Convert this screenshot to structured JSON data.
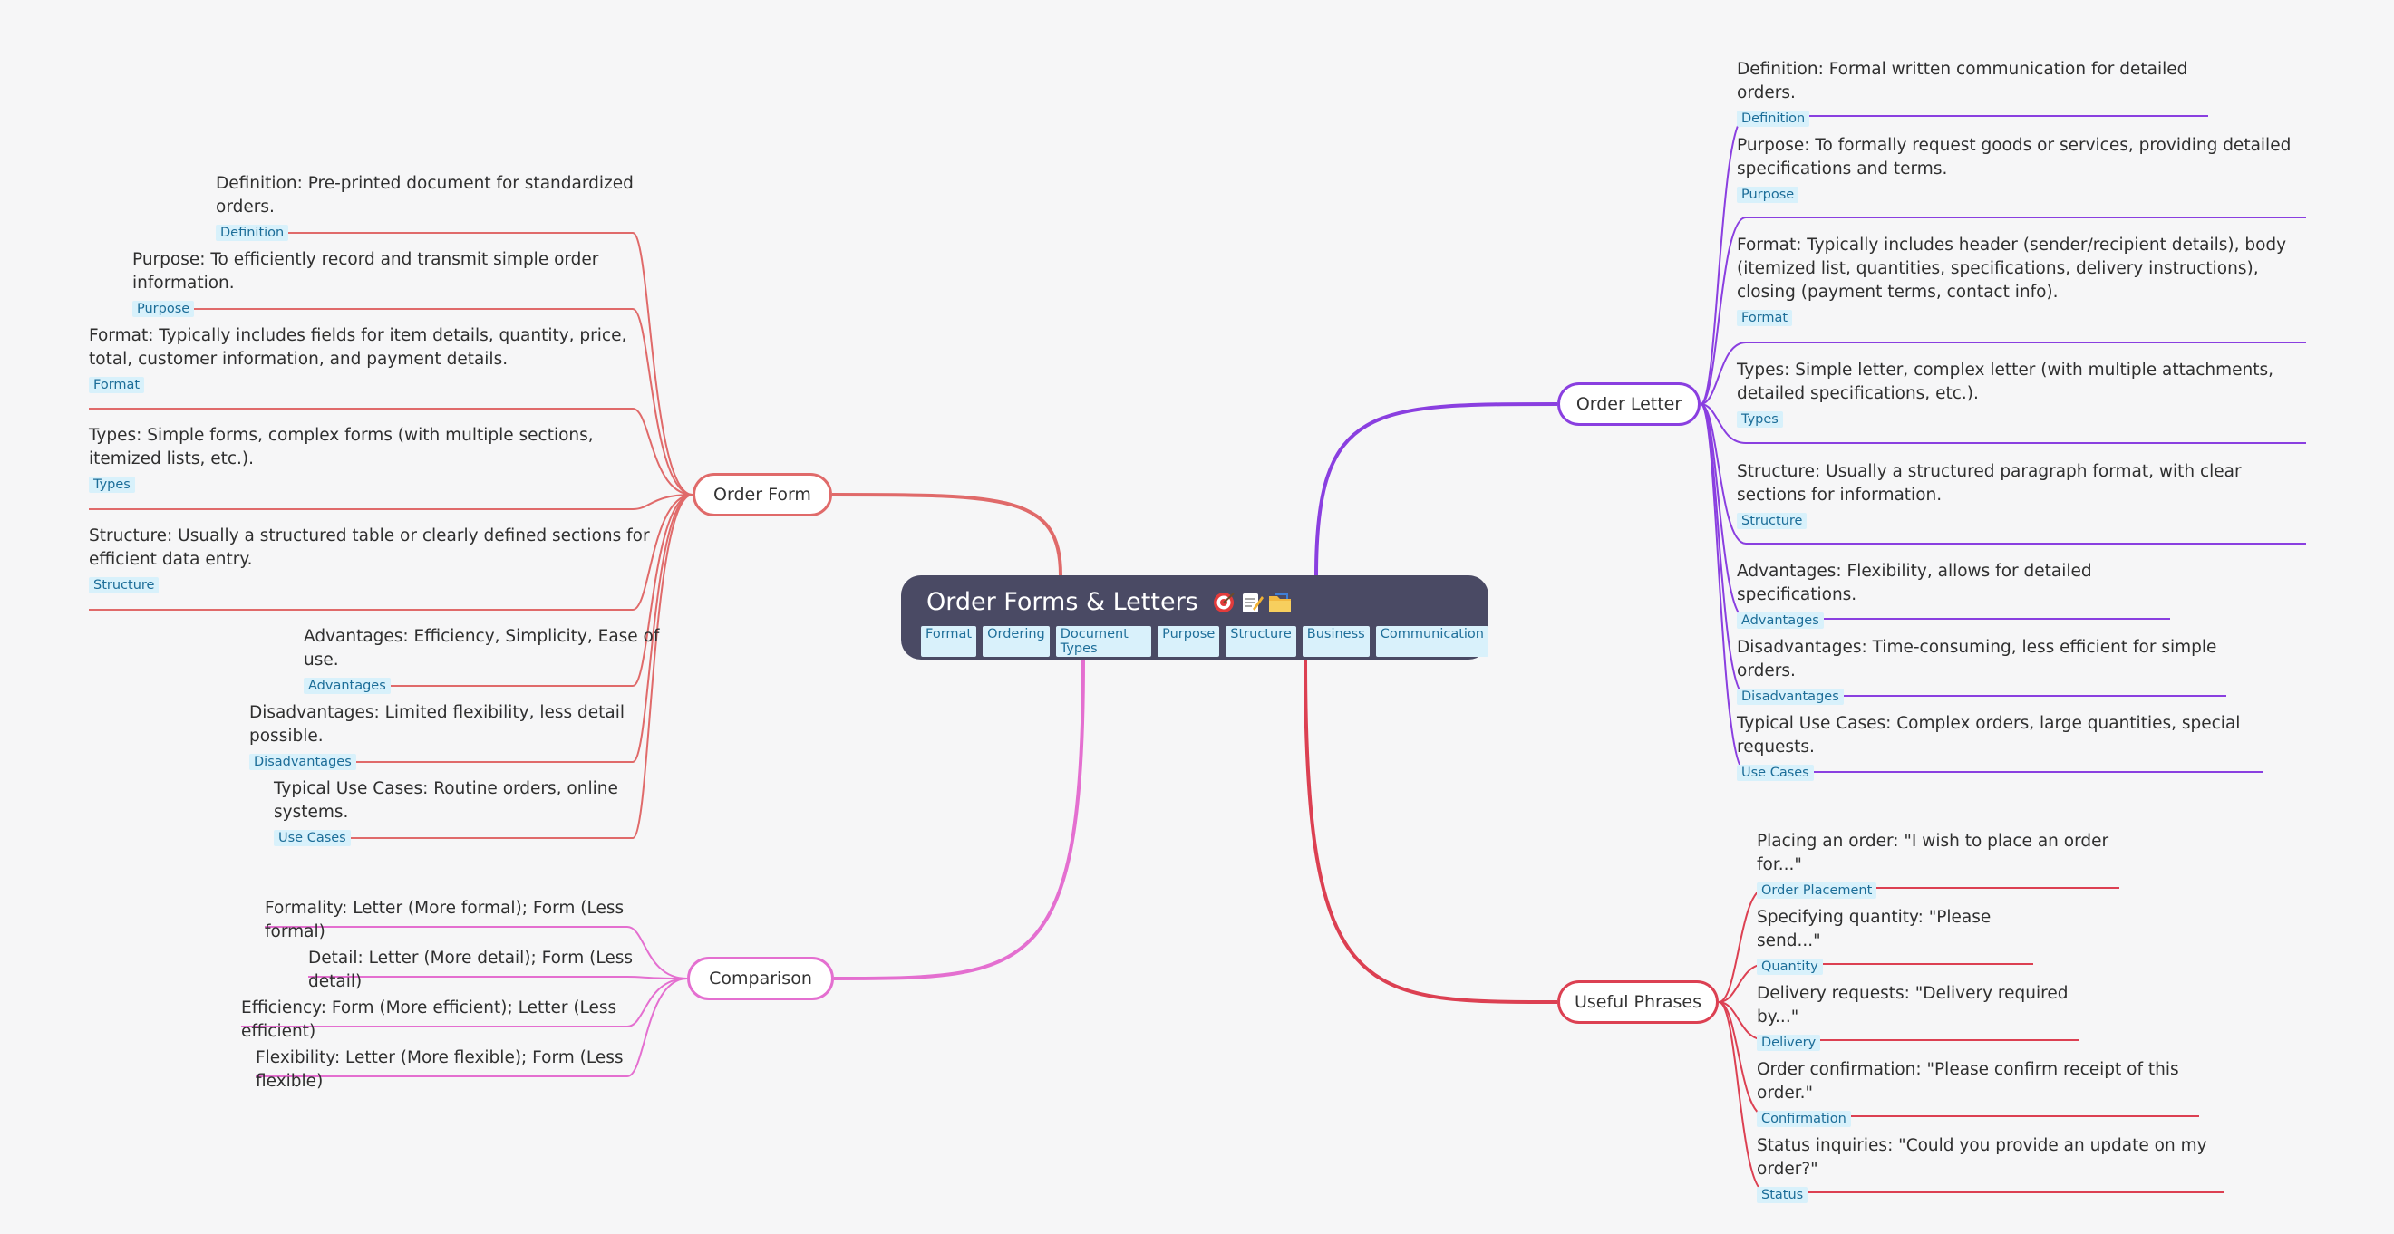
{
  "root": {
    "title": "Order Forms & Letters",
    "icons": [
      "target-icon",
      "memo-icon",
      "folder-icon"
    ],
    "tags": [
      "Format",
      "Ordering",
      "Document Types",
      "Purpose",
      "Structure",
      "Business",
      "Communication"
    ]
  },
  "branches": [
    {
      "label": "Order Form",
      "color": "#e06a6a",
      "children": [
        {
          "text": "Definition: Pre-printed document for standardized orders.",
          "tag": "Definition"
        },
        {
          "text": "Purpose: To efficiently record and transmit simple order information.",
          "tag": "Purpose"
        },
        {
          "text": "Format: Typically includes fields for item details, quantity, price, total, customer information, and payment details.",
          "tag": "Format"
        },
        {
          "text": "Types:  Simple forms, complex forms (with multiple sections, itemized lists, etc.).",
          "tag": "Types"
        },
        {
          "text": "Structure:  Usually a structured table or clearly defined sections for efficient data entry.",
          "tag": "Structure"
        },
        {
          "text": "Advantages: Efficiency, Simplicity, Ease of use.",
          "tag": "Advantages"
        },
        {
          "text": "Disadvantages: Limited flexibility, less detail possible.",
          "tag": "Disadvantages"
        },
        {
          "text": "Typical Use Cases: Routine orders, online systems.",
          "tag": "Use Cases"
        }
      ]
    },
    {
      "label": "Comparison",
      "color": "#e46fd0",
      "children": [
        {
          "text": "Formality: Letter (More formal); Form (Less formal)"
        },
        {
          "text": "Detail: Letter (More detail); Form (Less detail)"
        },
        {
          "text": "Efficiency: Form (More efficient); Letter (Less efficient)"
        },
        {
          "text": "Flexibility: Letter (More flexible); Form (Less flexible)"
        }
      ]
    },
    {
      "label": "Order Letter",
      "color": "#8a3fe0",
      "children": [
        {
          "text": "Definition: Formal written communication for detailed orders.",
          "tag": "Definition"
        },
        {
          "text": "Purpose: To formally request goods or services, providing detailed specifications and terms.",
          "tag": "Purpose"
        },
        {
          "text": "Format:  Typically includes header (sender/recipient details), body (itemized list, quantities, specifications, delivery instructions), closing (payment terms, contact info).",
          "tag": "Format"
        },
        {
          "text": "Types:  Simple letter, complex letter (with multiple attachments, detailed specifications, etc.).",
          "tag": "Types"
        },
        {
          "text": "Structure:  Usually a structured paragraph format, with clear sections for information.",
          "tag": "Structure"
        },
        {
          "text": "Advantages: Flexibility, allows for detailed specifications.",
          "tag": "Advantages"
        },
        {
          "text": "Disadvantages: Time-consuming, less efficient for simple orders.",
          "tag": "Disadvantages"
        },
        {
          "text": "Typical Use Cases: Complex orders, large quantities, special requests.",
          "tag": "Use Cases"
        }
      ]
    },
    {
      "label": "Useful Phrases",
      "color": "#dc4052",
      "children": [
        {
          "text": "Placing an order: \"I wish to place an order for...\"",
          "tag": "Order Placement"
        },
        {
          "text": "Specifying quantity: \"Please send...\"",
          "tag": "Quantity"
        },
        {
          "text": "Delivery requests: \"Delivery required by...\"",
          "tag": "Delivery"
        },
        {
          "text": "Order confirmation: \"Please confirm receipt of this order.\"",
          "tag": "Confirmation"
        },
        {
          "text": "Status inquiries: \"Could you provide an update on my order?\"",
          "tag": "Status"
        }
      ]
    }
  ]
}
